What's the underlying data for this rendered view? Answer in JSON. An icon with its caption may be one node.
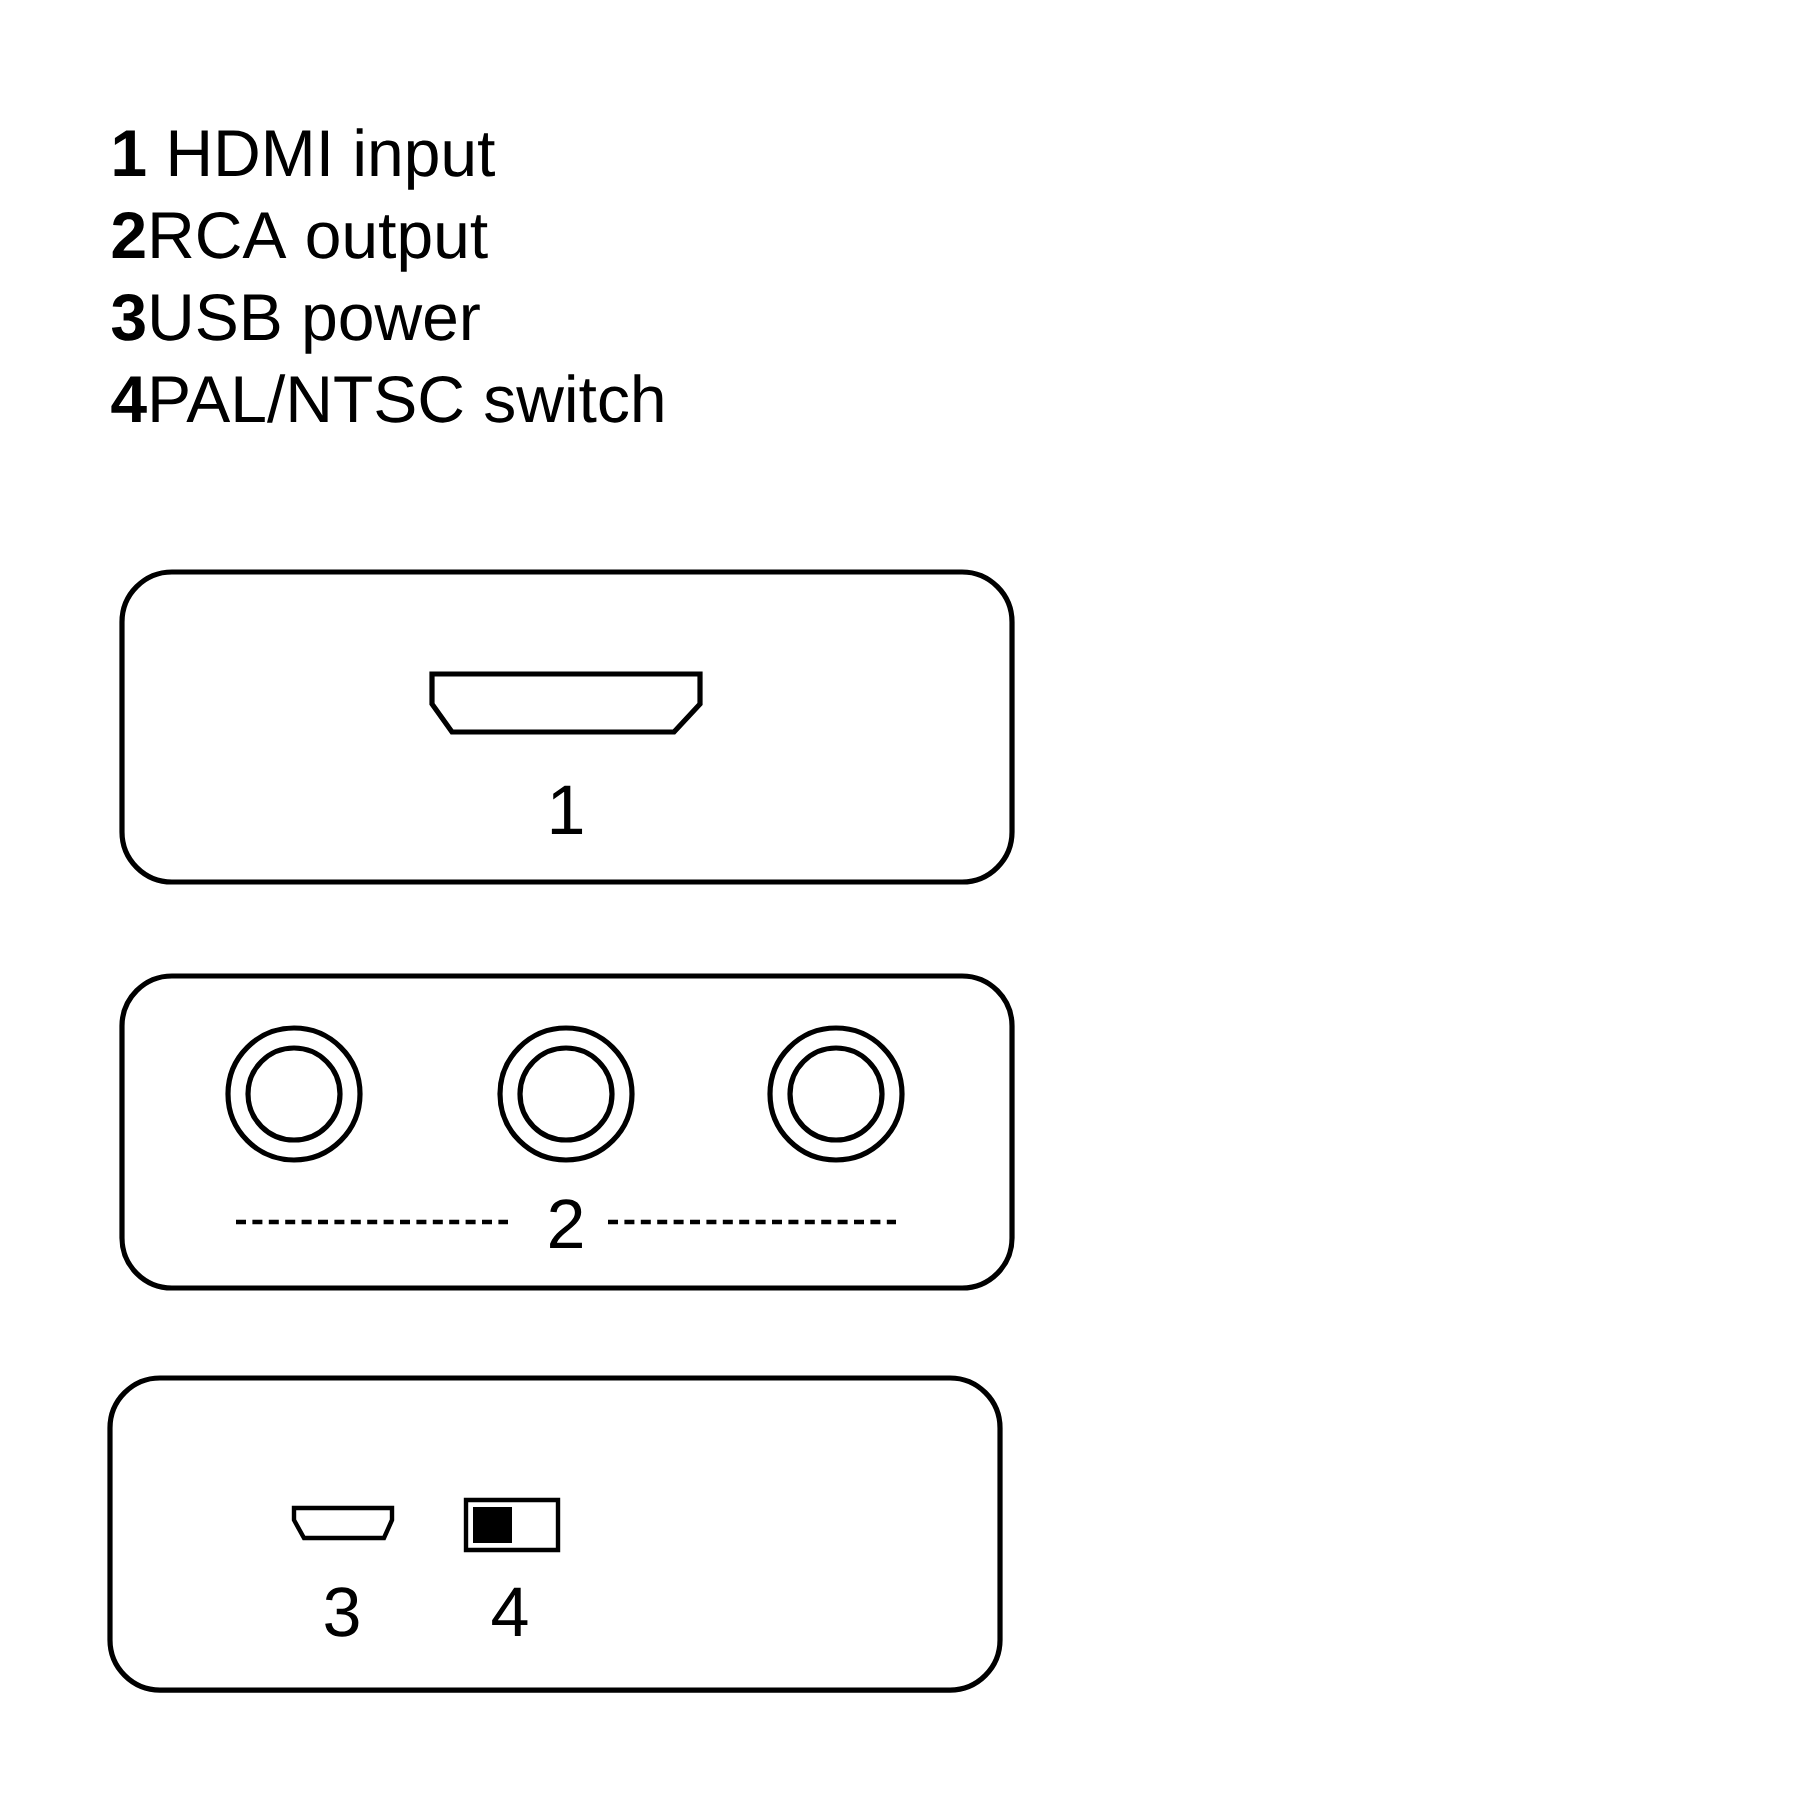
{
  "diagram": {
    "nodes": [
      {
        "text": [
          "1"
        ]
      },
      {
        "text": [
          "2"
        ]
      },
      {
        "text": [
          "3",
          "4"
        ]
      }
    ],
    "labels": [
      "**1** HDMI input",
      "**2**RCA output",
      "**3**USB power",
      "**4**PAL/NTSC switch"
    ]
  }
}
